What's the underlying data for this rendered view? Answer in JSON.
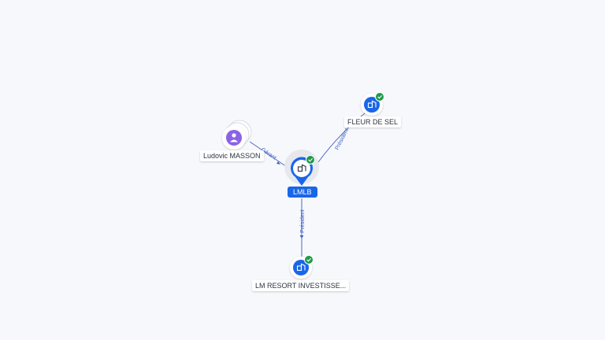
{
  "colors": {
    "company_node": "#1a66e8",
    "person_node": "#8a63e6",
    "verified_badge": "#1f9a4a",
    "edge": "#4f6dbf",
    "edge_label": "#3f63c9"
  },
  "nodes": {
    "main": {
      "label": "LMLB",
      "icon": "building-icon",
      "verified": true
    },
    "fleur": {
      "label": "FLEUR DE SEL",
      "icon": "building-icon",
      "verified": true
    },
    "person": {
      "label": "Ludovic MASSON",
      "icon": "person-icon",
      "verified": false
    },
    "resort": {
      "label": "LM RESORT INVESTISSE...",
      "icon": "building-icon",
      "verified": true
    }
  },
  "edges": {
    "main_fleur": {
      "label": "Président"
    },
    "person_main": {
      "label": "Gérant"
    },
    "main_resort": {
      "label": "Président"
    }
  }
}
